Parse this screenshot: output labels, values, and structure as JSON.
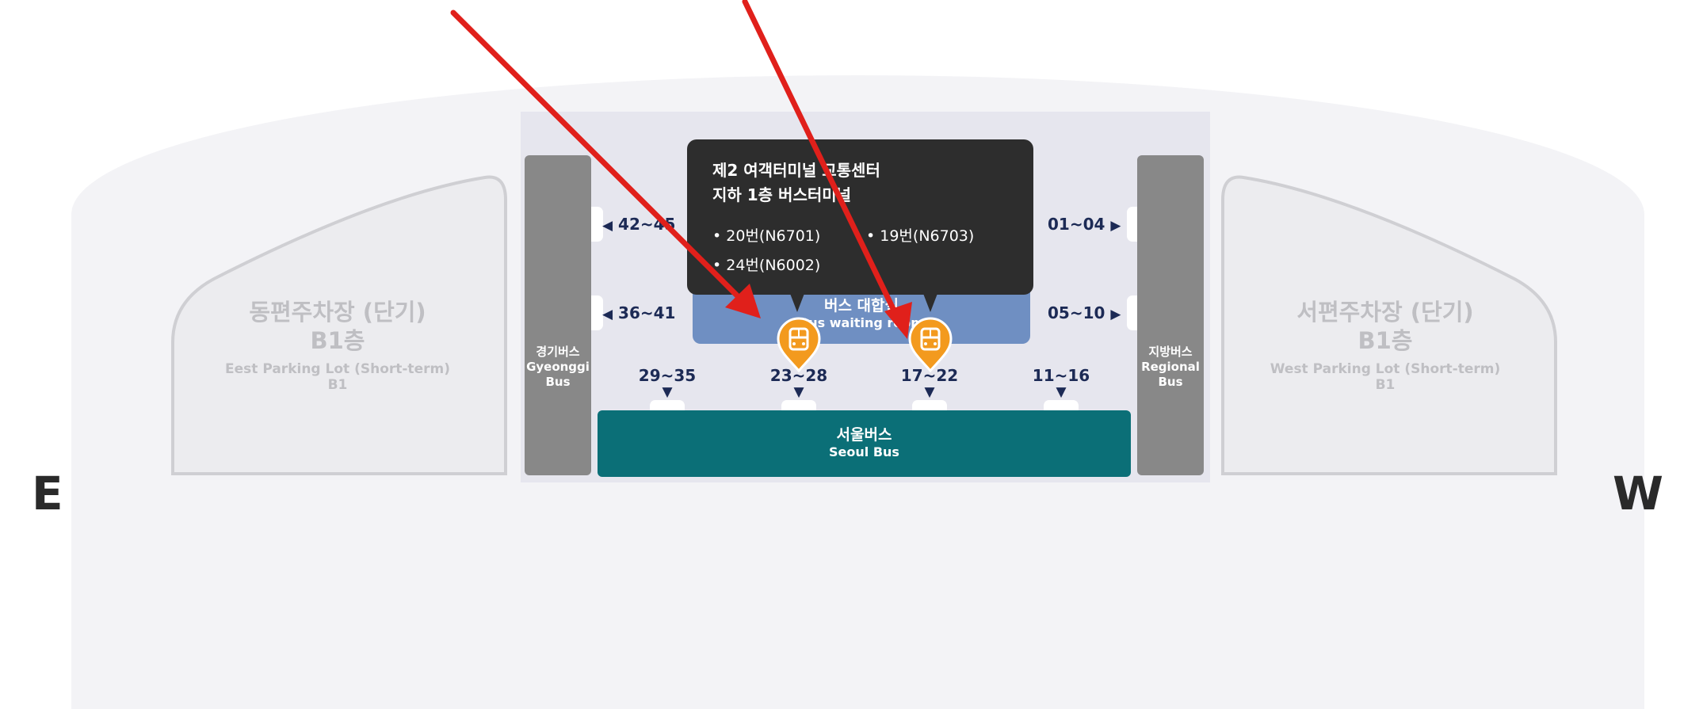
{
  "compass": {
    "east": "E",
    "west": "W"
  },
  "parking": {
    "east": {
      "name_ko": "동편주차장 (단기)",
      "floor_ko": "B1층",
      "name_en": "Eest Parking Lot (Short-term)",
      "floor_en": "B1"
    },
    "west": {
      "name_ko": "서편주차장 (단기)",
      "floor_ko": "B1층",
      "name_en": "West Parking Lot (Short-term)",
      "floor_en": "B1"
    }
  },
  "zones": {
    "gyeonggi": {
      "ko": "경기버스",
      "en1": "Gyeonggi",
      "en2": "Bus"
    },
    "regional": {
      "ko": "지방버스",
      "en1": "Regional",
      "en2": "Bus"
    },
    "seoul": {
      "ko": "서울버스",
      "en": "Seoul Bus"
    },
    "waiting_room": {
      "ko": "버스 대합실",
      "en": "Bus waiting room"
    }
  },
  "gates": {
    "g42": "42~45",
    "g36": "36~41",
    "g01": "01~04",
    "g05": "05~10",
    "g29": "29~35",
    "g23": "23~28",
    "g17": "17~22",
    "g11": "11~16"
  },
  "glyphs": {
    "left": "◀",
    "right": "▶",
    "down": "▼"
  },
  "tooltip": {
    "title_line1": "제2 여객터미널 교통센터",
    "title_line2": "지하 1층 버스터미널",
    "routes": [
      "20번(N6701)",
      "19번(N6703)",
      "24번(N6002)"
    ]
  },
  "icons": {
    "pin": "bus-location-pin-icon",
    "arrow": "annotation-arrow"
  },
  "colors": {
    "pin": "#f39a1e",
    "arrow": "#e0201b",
    "seoul_bus": "#0b6f77",
    "waiting_room": "#6f8fc2",
    "tooltip": "#2d2d2d",
    "side_columns": "#888888"
  }
}
